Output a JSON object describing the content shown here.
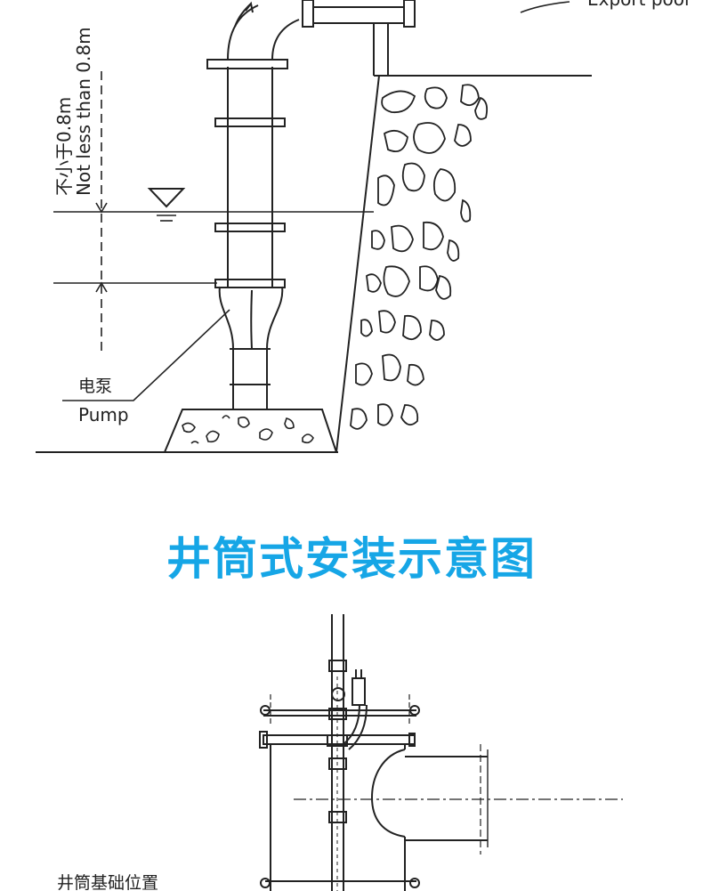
{
  "top_figure": {
    "export_label": "Export pool",
    "clearance_cn": "不小于0.8m",
    "clearance_en": "Not less than 0.8m",
    "pump_cn": "电泵",
    "pump_en": "Pump"
  },
  "section_title": "井筒式安装示意图",
  "bottom_figure": {
    "foundation_cn": "井筒基础位置"
  }
}
